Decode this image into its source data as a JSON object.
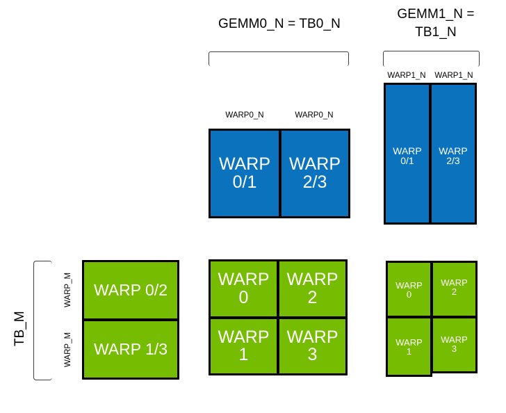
{
  "diagram": {
    "title_center": "GEMM0_N = TB0_N",
    "title_right_line1": "GEMM1_N =",
    "title_right_line2": "TB1_N",
    "row_axis_title": "TB_M",
    "colors": {
      "blue": "#0b73bd",
      "green": "#76bc00",
      "outline": "#000000",
      "bracket": "#3f3f3f",
      "text_on_fill": "#ffffff",
      "background": "#ffffff"
    },
    "labels": {
      "warp0_n_a": "WARP0_N",
      "warp0_n_b": "WARP0_N",
      "warp1_n_a": "WARP1_N",
      "warp1_n_b": "WARP1_N",
      "warp_m_top": "WARP_M",
      "warp_m_bottom": "WARP_M"
    },
    "groups": {
      "blue_center": {
        "name": "gemm0-tile",
        "cells": [
          {
            "id": "b0",
            "text": "WARP\n0/1"
          },
          {
            "id": "b1",
            "text": "WARP\n2/3"
          }
        ]
      },
      "blue_right": {
        "name": "gemm1-tile",
        "cells": [
          {
            "id": "r0",
            "text": "WARP\n0/1"
          },
          {
            "id": "r1",
            "text": "WARP\n2/3"
          }
        ]
      },
      "green_left": {
        "name": "tb-m-tile",
        "cells": [
          {
            "id": "g0",
            "text": "WARP 0/2"
          },
          {
            "id": "g1",
            "text": "WARP 1/3"
          }
        ]
      },
      "green_center": {
        "name": "gemm0-warp-grid",
        "cells": [
          {
            "id": "gc0",
            "text": "WARP\n0"
          },
          {
            "id": "gc1",
            "text": "WARP\n2"
          },
          {
            "id": "gc2",
            "text": "WARP\n1"
          },
          {
            "id": "gc3",
            "text": "WARP\n3"
          }
        ]
      },
      "green_right": {
        "name": "gemm1-warp-grid",
        "cells": [
          {
            "id": "gr0",
            "text": "WARP\n0"
          },
          {
            "id": "gr1",
            "text": "WARP\n2"
          },
          {
            "id": "gr2",
            "text": "WARP\n1"
          },
          {
            "id": "gr3",
            "text": "WARP\n3"
          }
        ]
      }
    }
  }
}
